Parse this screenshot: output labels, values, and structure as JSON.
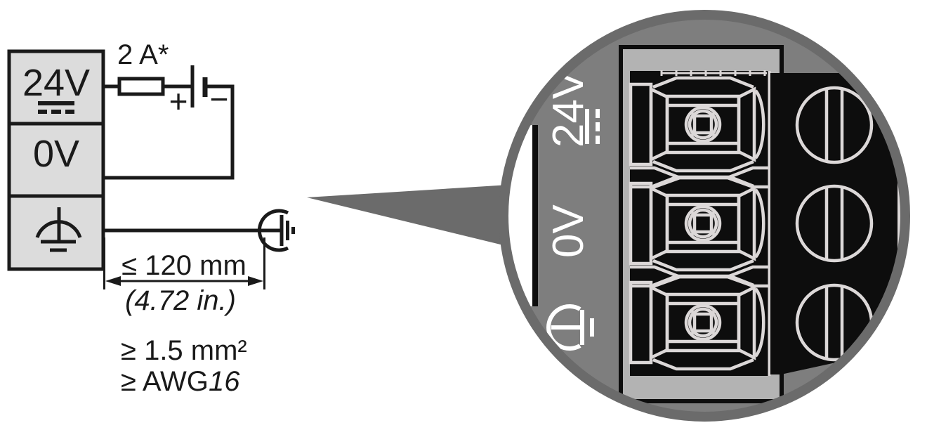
{
  "diagram": {
    "schematic": {
      "terminals": {
        "t24v": "24V",
        "t0v": "0V"
      },
      "fuse_label": "2 A*",
      "battery": {
        "plus": "+",
        "minus": "−"
      },
      "dimension": {
        "metric": "≤ 120 mm",
        "imperial": "(4.72 in.)"
      },
      "specs": {
        "cross_section": "≥ 1.5 mm²",
        "awg_prefix": "≥ AWG",
        "awg_value": "16"
      }
    },
    "magnified_view": {
      "labels": {
        "v24": "24V",
        "v0": "0V"
      }
    },
    "colors": {
      "callout_gray": "#6b6b6b",
      "panel_gray": "#7e7e7e",
      "frame_gray": "#b3b3b3",
      "drawing_black": "#0d0d0d",
      "line_light": "#dcd8d8",
      "cell_fill": "#dcdcdc",
      "ink": "#1a1a1a"
    }
  }
}
